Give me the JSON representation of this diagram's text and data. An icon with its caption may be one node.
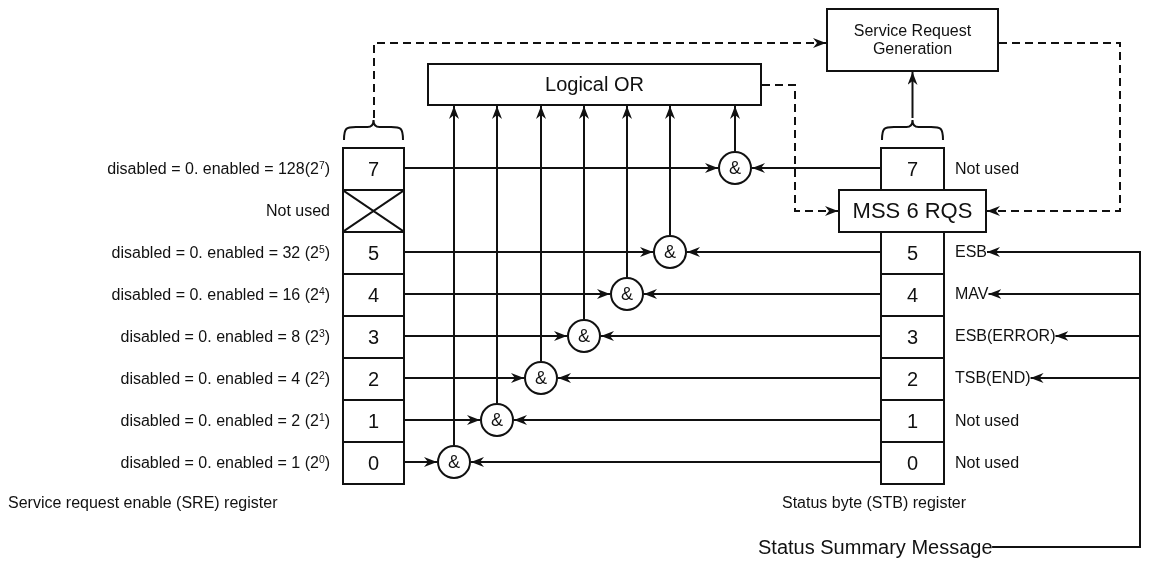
{
  "diagram": {
    "nodes": [
      {
        "text": [
          "Service Request Generation"
        ]
      },
      {
        "text": [
          "Logical OR"
        ]
      },
      {
        "text": [],
        "shape": "box"
      },
      {
        "text": [
          "7"
        ],
        "in": 2,
        "beside": [
          "disabled = 0. enabled = 128(2$^{7}$)"
        ]
      },
      {
        "text": [],
        "shape": "box",
        "in": 2,
        "beside": [
          "Not used"
        ]
      },
      {
        "text": [
          "5"
        ],
        "in": 2,
        "beside": [
          "disabled = 0. enabled = 32 (2$^{5}$)"
        ]
      },
      {
        "text": [
          "4"
        ],
        "in": 2,
        "beside": [
          "disabled = 0. enabled = 16 (2$^{4}$)"
        ]
      },
      {
        "text": [
          "3"
        ],
        "in": 2,
        "beside": [
          "disabled = 0. enabled = 8 (2$^{3}$)"
        ]
      },
      {
        "text": [
          "2"
        ],
        "in": 2,
        "beside": [
          "disabled = 0. enabled = 4 (2$^{2}$)"
        ]
      },
      {
        "text": [
          "1"
        ],
        "in": 2,
        "beside": [
          "disabled = 0. enabled = 2 (2$^{1}$)"
        ]
      },
      {
        "text": [
          "0"
        ],
        "in": 2,
        "beside": [
          "disabled = 0. enabled = 1 (2$^{0}$)"
        ]
      },
      {
        "text": [],
        "shape": "box"
      },
      {
        "text": [
          "7"
        ],
        "in": 11,
        "beside": [
          "Not used"
        ]
      },
      {
        "text": [
          "MSS 6 RQS"
        ]
      },
      {
        "text": [
          "5"
        ],
        "in": 11
      },
      {
        "text": [
          "4"
        ],
        "in": 11
      },
      {
        "text": [
          "3"
        ],
        "in": 11
      },
      {
        "text": [
          "2"
        ],
        "in": 11
      },
      {
        "text": [
          "1"
        ],
        "in": 11,
        "beside": [
          "Not used"
        ]
      },
      {
        "text": [
          "0"
        ],
        "in": 11,
        "beside": [
          "Not used"
        ]
      },
      {
        "text": [
          "ESB"
        ]
      },
      {
        "text": [
          "MAV"
        ]
      },
      {
        "text": [
          "ESB(ERROR)"
        ]
      },
      {
        "text": [
          "TSB(END)"
        ]
      },
      {
        "text": [
          "&"
        ]
      },
      {
        "text": [
          "&"
        ]
      },
      {
        "text": [
          "&"
        ]
      },
      {
        "text": [
          "&"
        ]
      },
      {
        "text": [
          "&"
        ]
      },
      {
        "text": [
          "&"
        ]
      },
      {
        "text": [
          "&"
        ]
      },
      {
        "text": [
          "Status Summary Message"
        ]
      }
    ],
    "edges": [
      {
        "from": 3,
        "to": 24,
        "arrow": "to"
      },
      {
        "from": 5,
        "to": 25,
        "arrow": "to"
      },
      {
        "from": 6,
        "to": 26,
        "arrow": "to"
      },
      {
        "from": 7,
        "to": 27,
        "arrow": "to"
      },
      {
        "from": 8,
        "to": 28,
        "arrow": "to"
      },
      {
        "from": 9,
        "to": 29,
        "arrow": "to"
      },
      {
        "from": 10,
        "to": 30,
        "arrow": "to"
      },
      {
        "from": 12,
        "to": 24,
        "arrow": "to"
      },
      {
        "from": 14,
        "to": 25,
        "arrow": "to"
      },
      {
        "from": 15,
        "to": 26,
        "arrow": "to"
      },
      {
        "from": 16,
        "to": 27,
        "arrow": "to"
      },
      {
        "from": 17,
        "to": 28,
        "arrow": "to"
      },
      {
        "from": 18,
        "to": 29,
        "arrow": "to"
      },
      {
        "from": 19,
        "to": 30,
        "arrow": "to"
      },
      {
        "from": 24,
        "to": 1,
        "arrow": "to"
      },
      {
        "from": 25,
        "to": 1,
        "arrow": "to"
      },
      {
        "from": 26,
        "to": 1,
        "arrow": "to"
      },
      {
        "from": 27,
        "to": 1,
        "arrow": "to"
      },
      {
        "from": 28,
        "to": 1,
        "arrow": "to"
      },
      {
        "from": 29,
        "to": 1,
        "arrow": "to"
      },
      {
        "from": 30,
        "to": 1,
        "arrow": "to"
      },
      {
        "from": 2,
        "to": 0,
        "arrow": "to",
        "style": "dashed"
      },
      {
        "from": 11,
        "to": 0,
        "arrow": "to"
      },
      {
        "from": 1,
        "to": 13,
        "arrow": "to",
        "style": "dashed"
      },
      {
        "from": 0,
        "to": 13,
        "arrow": "to",
        "style": "dashed"
      },
      {
        "from": 31,
        "to": 20,
        "arrow": "to"
      },
      {
        "from": 31,
        "to": 21,
        "arrow": "to"
      },
      {
        "from": 31,
        "to": 22,
        "arrow": "to"
      },
      {
        "from": 31,
        "to": 23,
        "arrow": "to"
      }
    ],
    "labels": [
      "Service request enable (SRE) register",
      "Status byte (STB) register"
    ]
  }
}
